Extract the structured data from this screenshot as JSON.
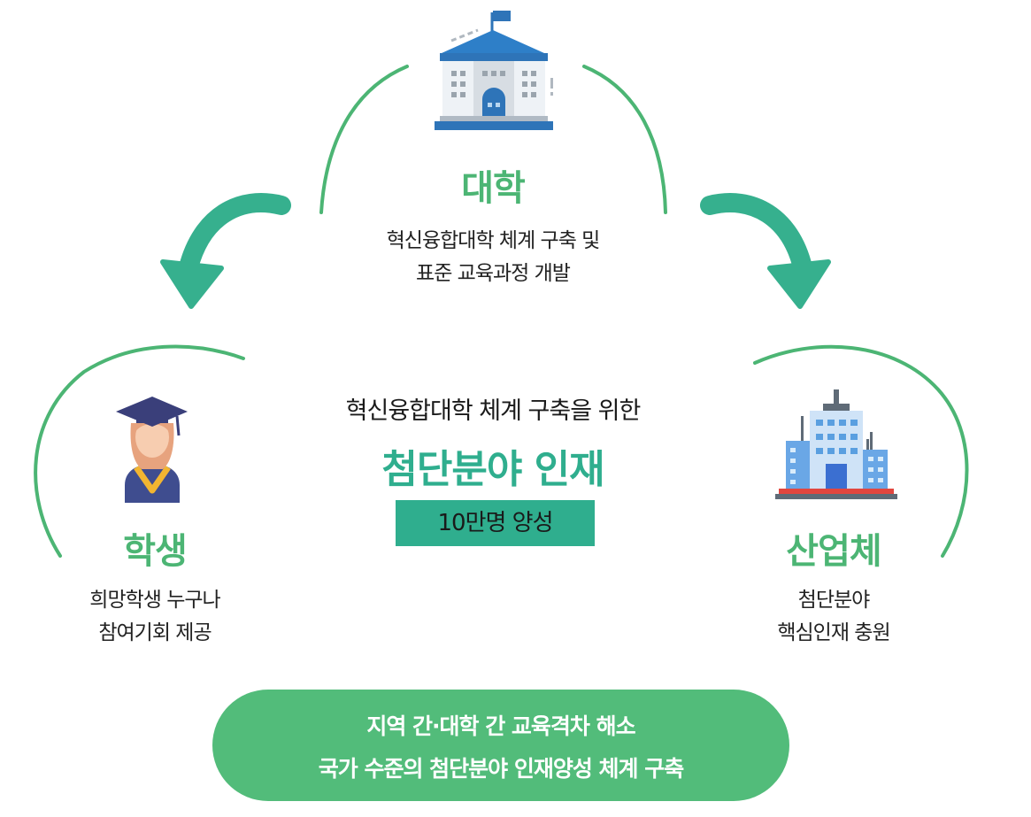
{
  "university": {
    "title": "대학",
    "desc_line1": "혁신융합대학 체계 구축 및",
    "desc_line2": "표준 교육과정 개발",
    "icon": "university-building-icon"
  },
  "student": {
    "title": "학생",
    "desc_line1": "희망학생 누구나",
    "desc_line2": "참여기회 제공",
    "icon": "graduate-student-icon"
  },
  "industry": {
    "title": "산업체",
    "desc_line1": "첨단분야",
    "desc_line2": "핵심인재 충원",
    "icon": "office-buildings-icon"
  },
  "center": {
    "subtitle": "혁신융합대학 체계 구축을 위한",
    "main": "첨단분야 인재",
    "badge": "10만명 양성"
  },
  "bottom": {
    "line1": "지역 간·대학 간 교육격차 해소",
    "line2": "국가 수준의 첨단분야 인재양성 체계 구축"
  },
  "colors": {
    "green_title": "#4cb574",
    "teal": "#2fae8e",
    "arrow": "#36b08e",
    "pill": "#52bc7a"
  }
}
